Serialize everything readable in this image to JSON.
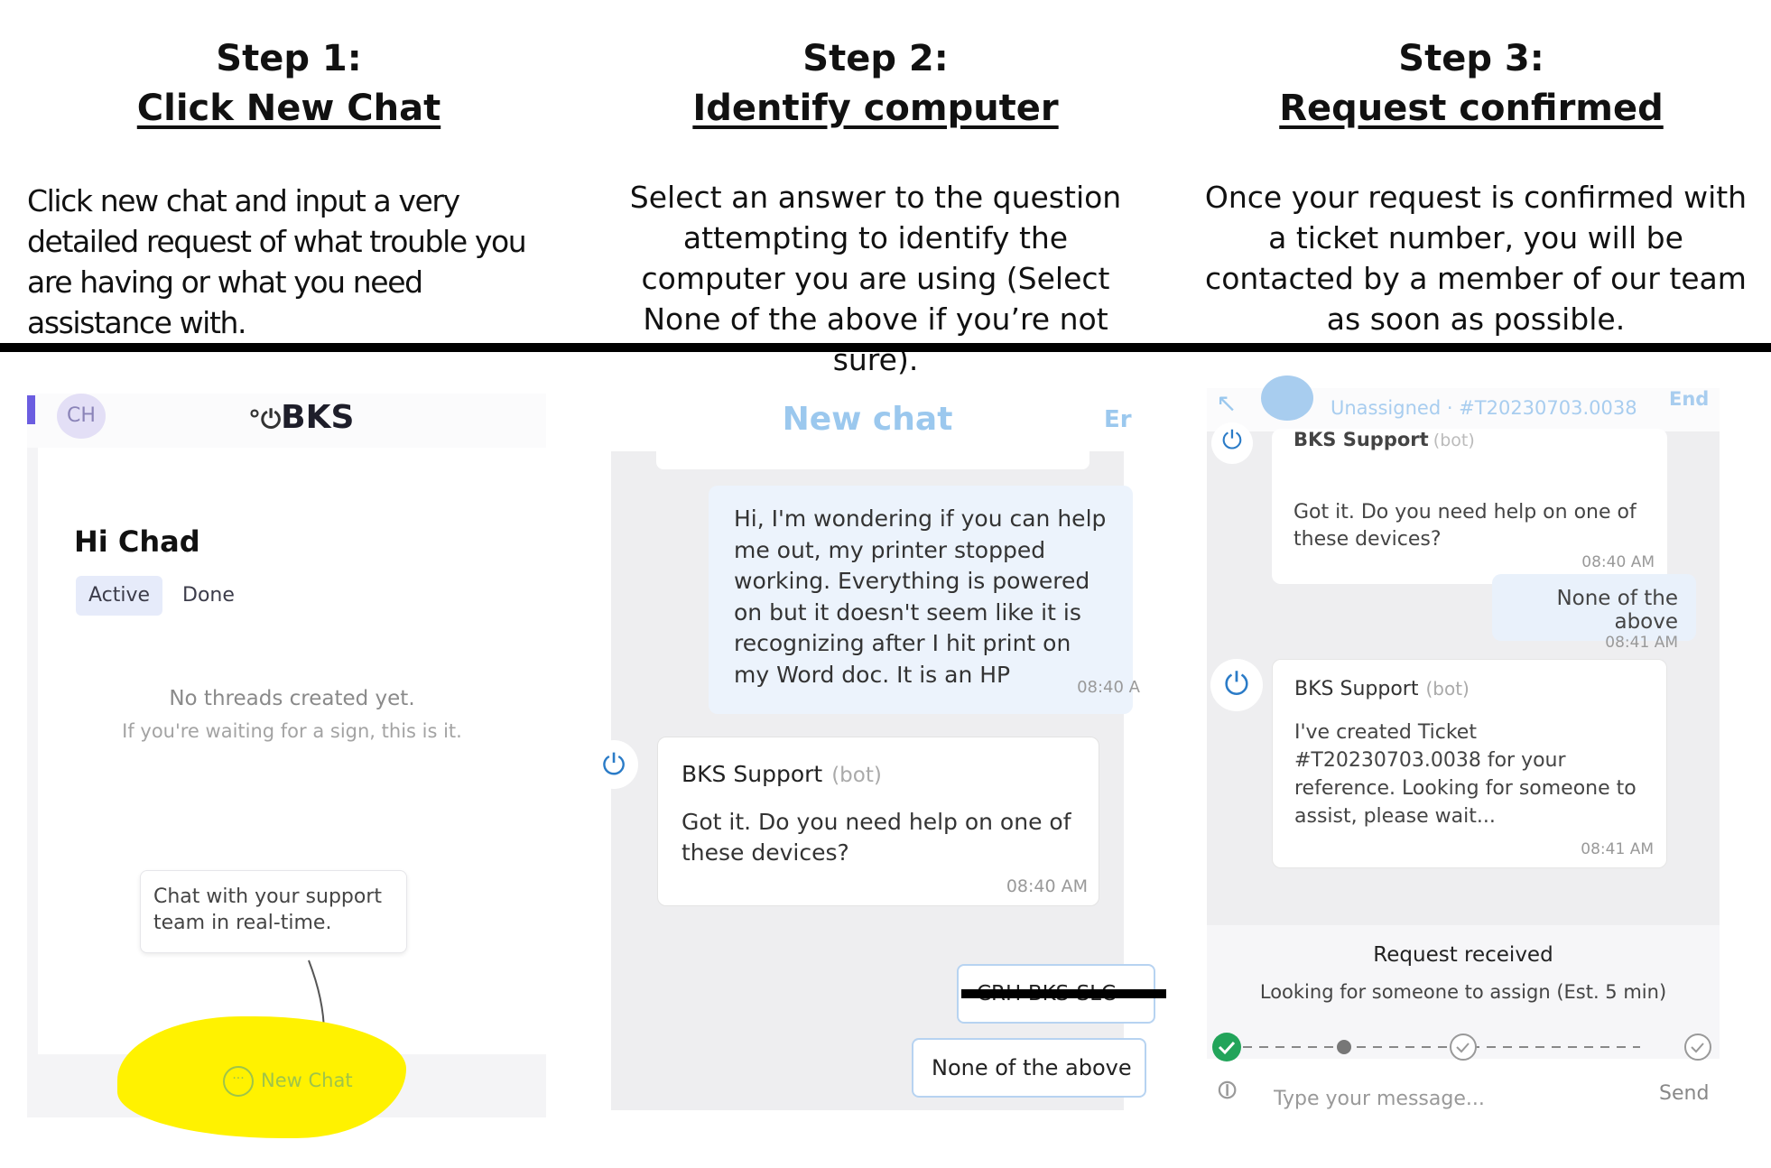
{
  "steps": [
    {
      "step": "Step 1:",
      "title": "Click New Chat",
      "description": "Click new chat and input a very detailed request of what trouble you are having or what you need assistance with."
    },
    {
      "step": "Step 2:",
      "title": "Identify computer",
      "description": "Select an answer to the question attempting to identify the computer you are using (Select None of the above if you’re not sure)."
    },
    {
      "step": "Step 3:",
      "title": "Request confirmed",
      "description": "Once your request is confirmed with a ticket number, you will be contacted by a member of our team as soon as possible."
    }
  ],
  "panel1": {
    "avatar": "CH",
    "logo_mark": "°⏻",
    "logo": "BKS",
    "greeting": "Hi Chad",
    "tabs": [
      "Active",
      "Done"
    ],
    "empty_title": "No threads created yet.",
    "empty_sub": "If you're waiting for a sign, this is it.",
    "tooltip": "Chat with your support team in real-time.",
    "new_chat": "New Chat",
    "highlight_color": "#fff200"
  },
  "panel2": {
    "header": "New chat",
    "end_partial": "Er",
    "user_msg": "Hi, I'm wondering if you can help me out, my printer stopped working. Everything is powered on but it doesn't seem like it is recognizing after I hit print on my Word doc.  It is an HP",
    "user_time": "08:40 A",
    "bot_name": "BKS Support",
    "bot_tag": "(bot)",
    "bot_msg": "Got it. Do you need help on one of these devices?",
    "bot_time": "08:40 AM",
    "option_redacted": "CRH-BKS-SLC",
    "option_none": "None of the above"
  },
  "panel3": {
    "header": "Unassigned · #T20230703.0038",
    "end": "End",
    "bot1_name": "BKS Support",
    "bot1_tag": "(bot)",
    "bot1_msg": "Got it. Do you need help on one of these devices?",
    "bot1_time": "08:40 AM",
    "user_msg": "None of the above",
    "user_time": "08:41 AM",
    "bot2_name": "BKS Support",
    "bot2_tag": "(bot)",
    "bot2_msg": "I've created Ticket #T20230703.0038 for your reference. Looking for someone to assist, please wait...",
    "bot2_time": "08:41 AM",
    "request_title": "Request received",
    "request_sub": "Looking for someone to assign (Est. 5 min)",
    "input_placeholder": "Type your message...",
    "send": "Send",
    "progress_done_color": "#22a45a"
  }
}
